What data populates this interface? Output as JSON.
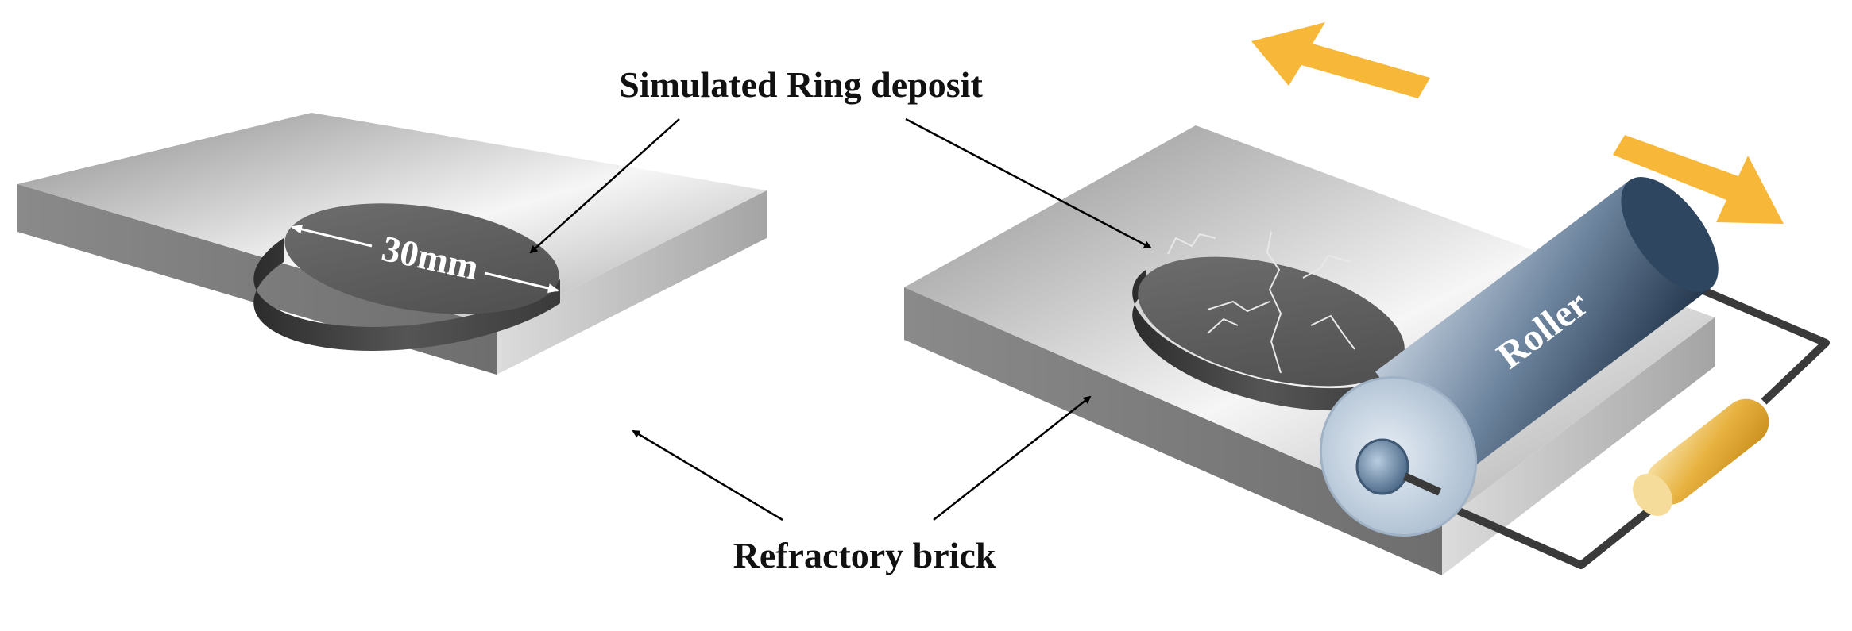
{
  "labels": {
    "deposit": "Simulated Ring deposit",
    "brick": "Refractory brick",
    "dimension": "30mm",
    "roller": "Roller"
  },
  "colors": {
    "arrow_fill": "#F7B83A",
    "brick_top_light": "#F4F4F4",
    "brick_top_dark": "#8A8A8A",
    "brick_side": "#7A7A7A",
    "deposit": "#5A5A5A",
    "roller_body": "#3F5874",
    "handle": "#E9B33A",
    "wire": "#3A3A3A"
  },
  "icons": {
    "motion_back": "arrow-left-up-icon",
    "motion_forward": "arrow-right-down-icon"
  }
}
